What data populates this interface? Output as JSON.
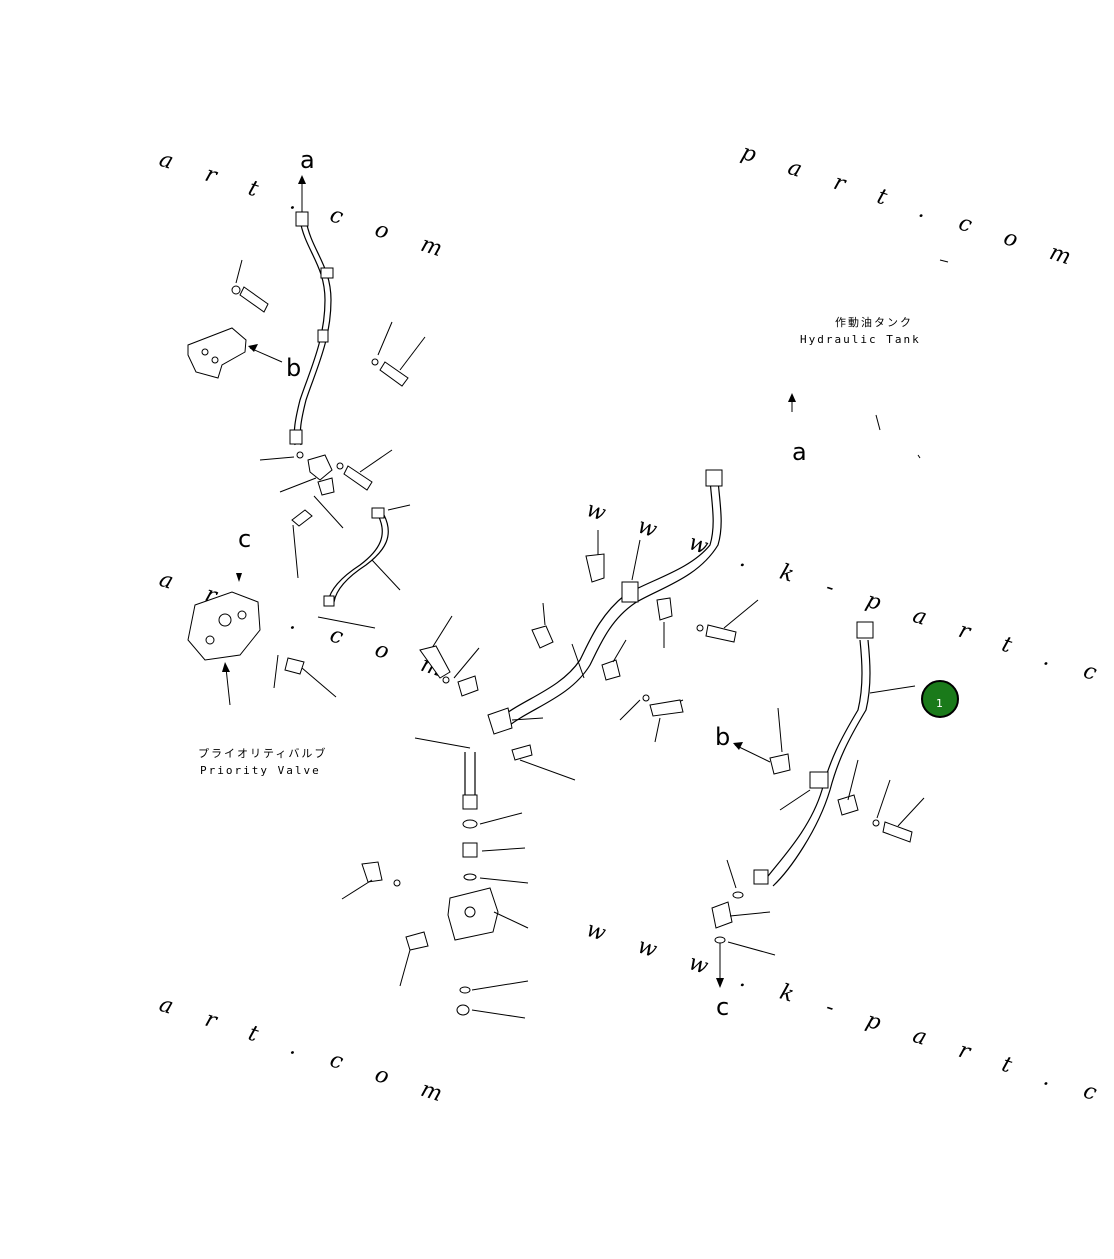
{
  "watermarks": [
    "a r t . c o m",
    "p a r t . c o m",
    "a r t . c o m",
    "w w w . k - p a r t . c o m",
    "a r t . c o m",
    "w w w . k - p a r t . c o m"
  ],
  "labels": {
    "a_top": "a",
    "a_right": "a",
    "b_left": "b",
    "b_right": "b",
    "c_left": "c",
    "c_bottom": "c"
  },
  "notes": {
    "tank_jp": "作動油タンク",
    "tank_en": "Hydraulic Tank",
    "valve_jp": "プライオリティバルブ",
    "valve_en": "Priority Valve"
  },
  "callout": {
    "number": "1",
    "color": "#1a7a1a"
  }
}
